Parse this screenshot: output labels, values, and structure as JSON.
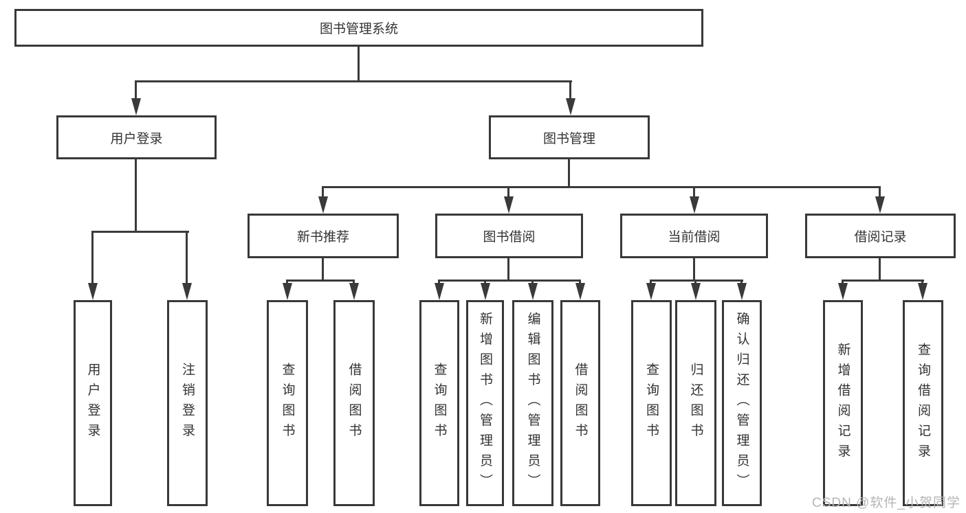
{
  "title": "图书管理系统",
  "nodes": {
    "root": "图书管理系统",
    "level2": [
      "用户登录",
      "图书管理"
    ],
    "level3": [
      "新书推荐",
      "图书借阅",
      "当前借阅",
      "借阅记录"
    ],
    "user_login_children": [
      "用户登录",
      "注销登录"
    ],
    "new_book_children": [
      "查询图书",
      "借阅图书"
    ],
    "book_borrow_children": [
      "查询图书",
      "新增图书（管理员）",
      "编辑图书（管理员）",
      "借阅图书"
    ],
    "current_borrow_children": [
      "查询图书",
      "归还图书",
      "确认归还（管理员）"
    ],
    "borrow_record_children": [
      "新增借阅记录",
      "查询借阅记录"
    ]
  },
  "watermark": "CSDN @软件_小贺同学",
  "colors": {
    "line": "#3a3a3a",
    "border": "#383838",
    "text": "#333333",
    "background": "#ffffff",
    "watermark": "#b5b5b5"
  }
}
